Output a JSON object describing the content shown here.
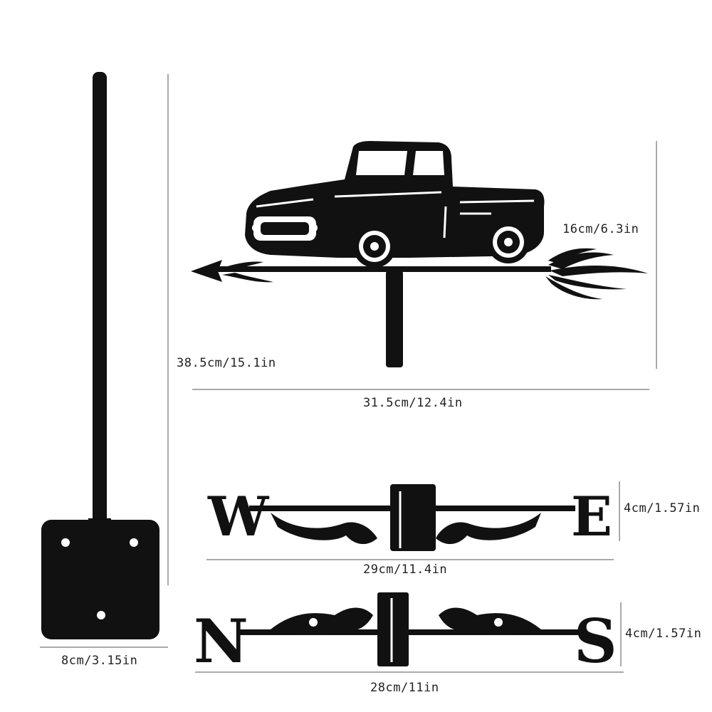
{
  "product": {
    "subject": "pickup-truck-weathervane",
    "colors": {
      "metal": "#111111",
      "background": "#ffffff",
      "dimension_line": "#555555"
    },
    "dimensions": {
      "pole_height": "38.5cm/15.1in",
      "arrow_width": "31.5cm/12.4in",
      "truck_height": "16cm/6.3in",
      "we_bar_width": "29cm/11.4in",
      "we_bar_height": "4cm/1.57in",
      "ns_bar_width": "28cm/11in",
      "ns_bar_height": "4cm/1.57in",
      "base_width": "8cm/3.15in"
    },
    "compass": {
      "west": "W",
      "east": "E",
      "north": "N",
      "south": "S"
    }
  }
}
